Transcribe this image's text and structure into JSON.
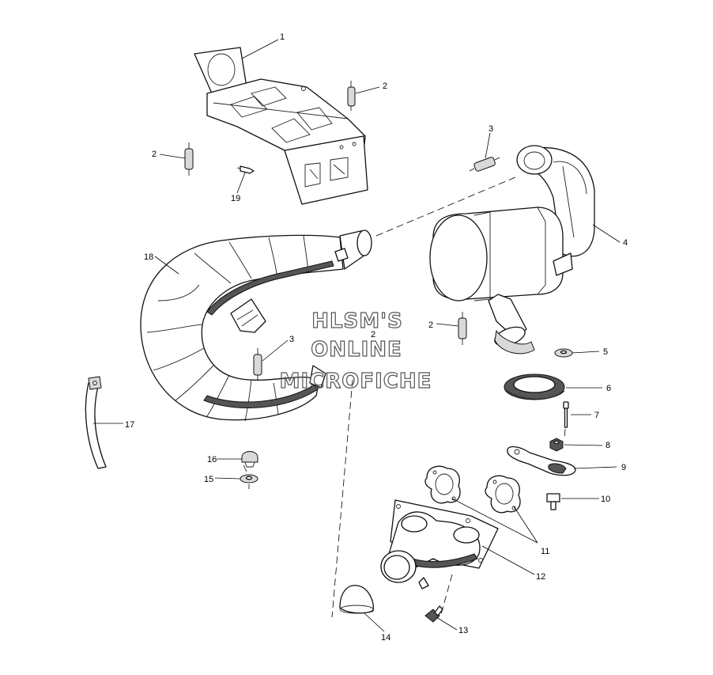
{
  "watermark": [
    "HLSM'S",
    "ONLINE",
    "MICROFICHE"
  ],
  "callouts": [
    {
      "key": "c1",
      "text": "1"
    },
    {
      "key": "c2a",
      "text": "2"
    },
    {
      "key": "c2b",
      "text": "2"
    },
    {
      "key": "c19",
      "text": "19"
    },
    {
      "key": "c3a",
      "text": "3"
    },
    {
      "key": "c4",
      "text": "4"
    },
    {
      "key": "c18",
      "text": "18"
    },
    {
      "key": "c2c",
      "text": "2"
    },
    {
      "key": "c2d",
      "text": "2"
    },
    {
      "key": "c3b",
      "text": "3"
    },
    {
      "key": "c5",
      "text": "5"
    },
    {
      "key": "c6",
      "text": "6"
    },
    {
      "key": "c7",
      "text": "7"
    },
    {
      "key": "c17",
      "text": "17"
    },
    {
      "key": "c8",
      "text": "8"
    },
    {
      "key": "c16",
      "text": "16"
    },
    {
      "key": "c9",
      "text": "9"
    },
    {
      "key": "c15",
      "text": "15"
    },
    {
      "key": "c10",
      "text": "10"
    },
    {
      "key": "c11",
      "text": "11"
    },
    {
      "key": "c12",
      "text": "12"
    },
    {
      "key": "c13",
      "text": "13"
    },
    {
      "key": "c14",
      "text": "14"
    }
  ]
}
